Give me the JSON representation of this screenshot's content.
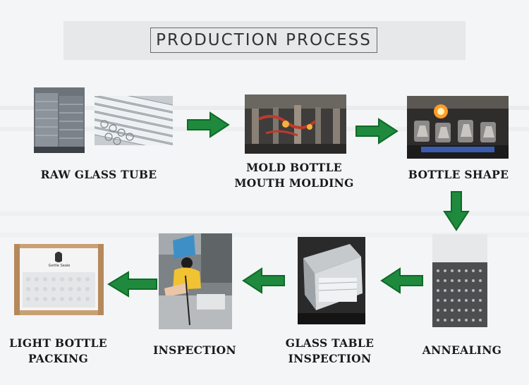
{
  "title": "PRODUCTION PROCESS",
  "steps": [
    {
      "label": "RAW GLASS TUBE"
    },
    {
      "label_line1": "MOLD BOTTLE",
      "label_line2": "MOUTH MOLDING"
    },
    {
      "label": "BOTTLE SHAPE"
    },
    {
      "label": "ANNEALING"
    },
    {
      "label_line1": "GLASS TABLE",
      "label_line2": "INSPECTION"
    },
    {
      "label": "INSPECTION"
    },
    {
      "label_line1": "LIGHT BOTTLE",
      "label_line2": "PACKING"
    }
  ],
  "box_brand": "Gettle Seale",
  "colors": {
    "arrow": "#1f8a3e",
    "arrow_dark": "#0d6b27",
    "banner": "#e7e8e9"
  }
}
